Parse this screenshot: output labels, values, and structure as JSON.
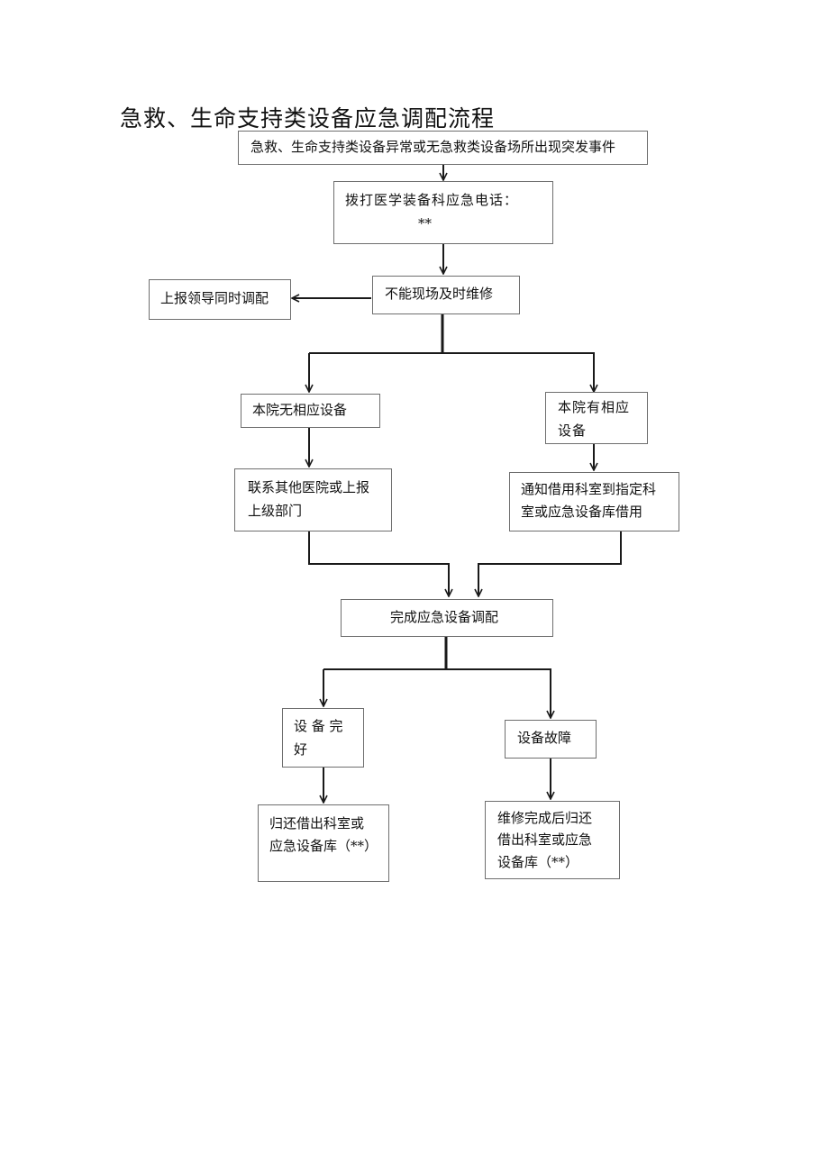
{
  "title": "急救、生命支持类设备应急调配流程",
  "nodes": {
    "event": "急救、生命支持类设备异常或无急救类设备场所出现突发事件",
    "call_line1": "拨打医学装备科应急电话：",
    "call_line2": "**",
    "cannot_repair": "不能现场及时维修",
    "report_leader": "上报领导同时调配",
    "no_equipment": "本院无相应设备",
    "has_equipment_line1": "本院有相应",
    "has_equipment_line2": "设备",
    "contact_line1": "联系其他医院或上报",
    "contact_line2": "上级部门",
    "notify_line1": "通知借用科室到指定科",
    "notify_line2": "室或应急设备库借用",
    "complete": "完成应急设备调配",
    "intact_line1": "设 备 完",
    "intact_line2": "好",
    "fault": "设备故障",
    "return_line1": "归还借出科室或",
    "return_line2": "应急设备库（**）",
    "repair_line1": "维修完成后归还",
    "repair_line2": "借出科室或应急",
    "repair_line3": "设备库（**）"
  }
}
